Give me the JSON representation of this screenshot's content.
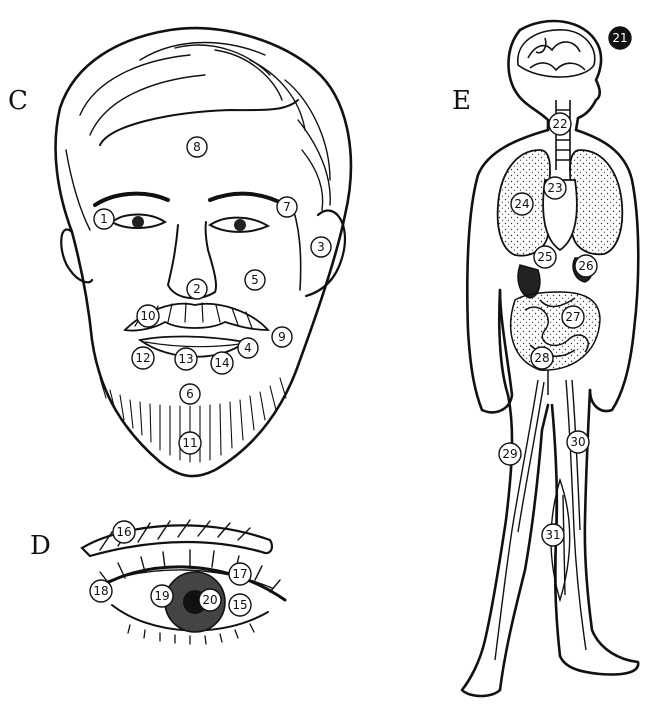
{
  "panels": {
    "C": {
      "letter": "C",
      "markers": [
        "1",
        "2",
        "3",
        "4",
        "5",
        "6",
        "7",
        "8",
        "9",
        "10",
        "11",
        "12",
        "13",
        "14"
      ]
    },
    "D": {
      "letter": "D",
      "markers": [
        "15",
        "16",
        "17",
        "18",
        "19",
        "20"
      ]
    },
    "E": {
      "letter": "E",
      "markers": [
        "21",
        "22",
        "23",
        "24",
        "25",
        "26",
        "27",
        "28",
        "29",
        "30",
        "31"
      ]
    }
  },
  "colors": {
    "ink": "#111111",
    "paper": "#ffffff"
  }
}
